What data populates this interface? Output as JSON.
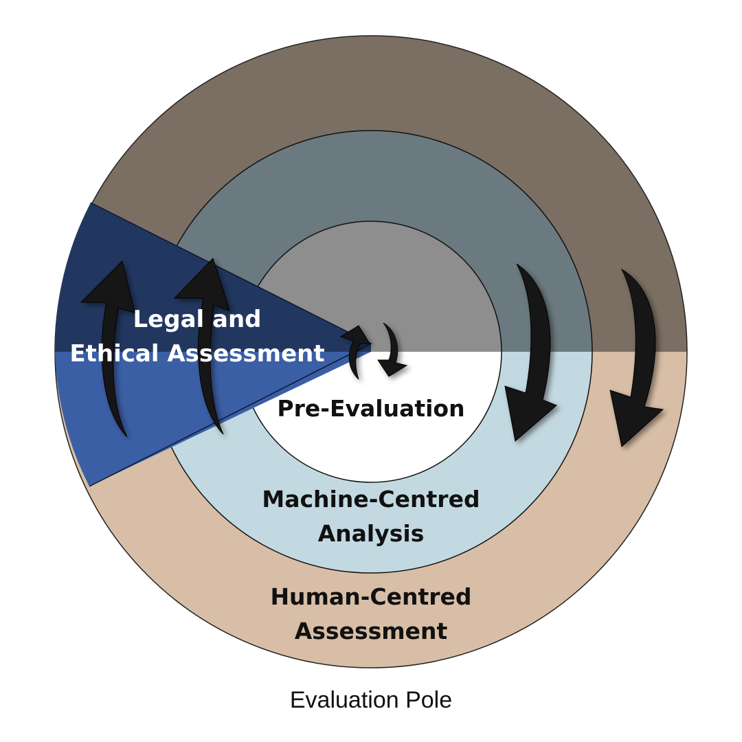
{
  "diagram": {
    "caption": "Evaluation Pole",
    "rings": {
      "inner": {
        "label": "Pre-Evaluation",
        "top_color": "#8e8e8e",
        "bottom_color": "#ffffff"
      },
      "middle": {
        "label_line1": "Machine-Centred",
        "label_line2": "Analysis",
        "top_color": "#6b7a80",
        "bottom_color": "#c3d9e1"
      },
      "outer": {
        "label_line1": "Human-Centred",
        "label_line2": "Assessment",
        "top_color": "#7a6f62",
        "bottom_color": "#d8bea6"
      }
    },
    "wedge": {
      "label_line1": "Legal and",
      "label_line2": "Ethical Assessment",
      "top_color": "#22375f",
      "bottom_color": "#3b5fa5"
    },
    "arrow_color": "#161616"
  }
}
